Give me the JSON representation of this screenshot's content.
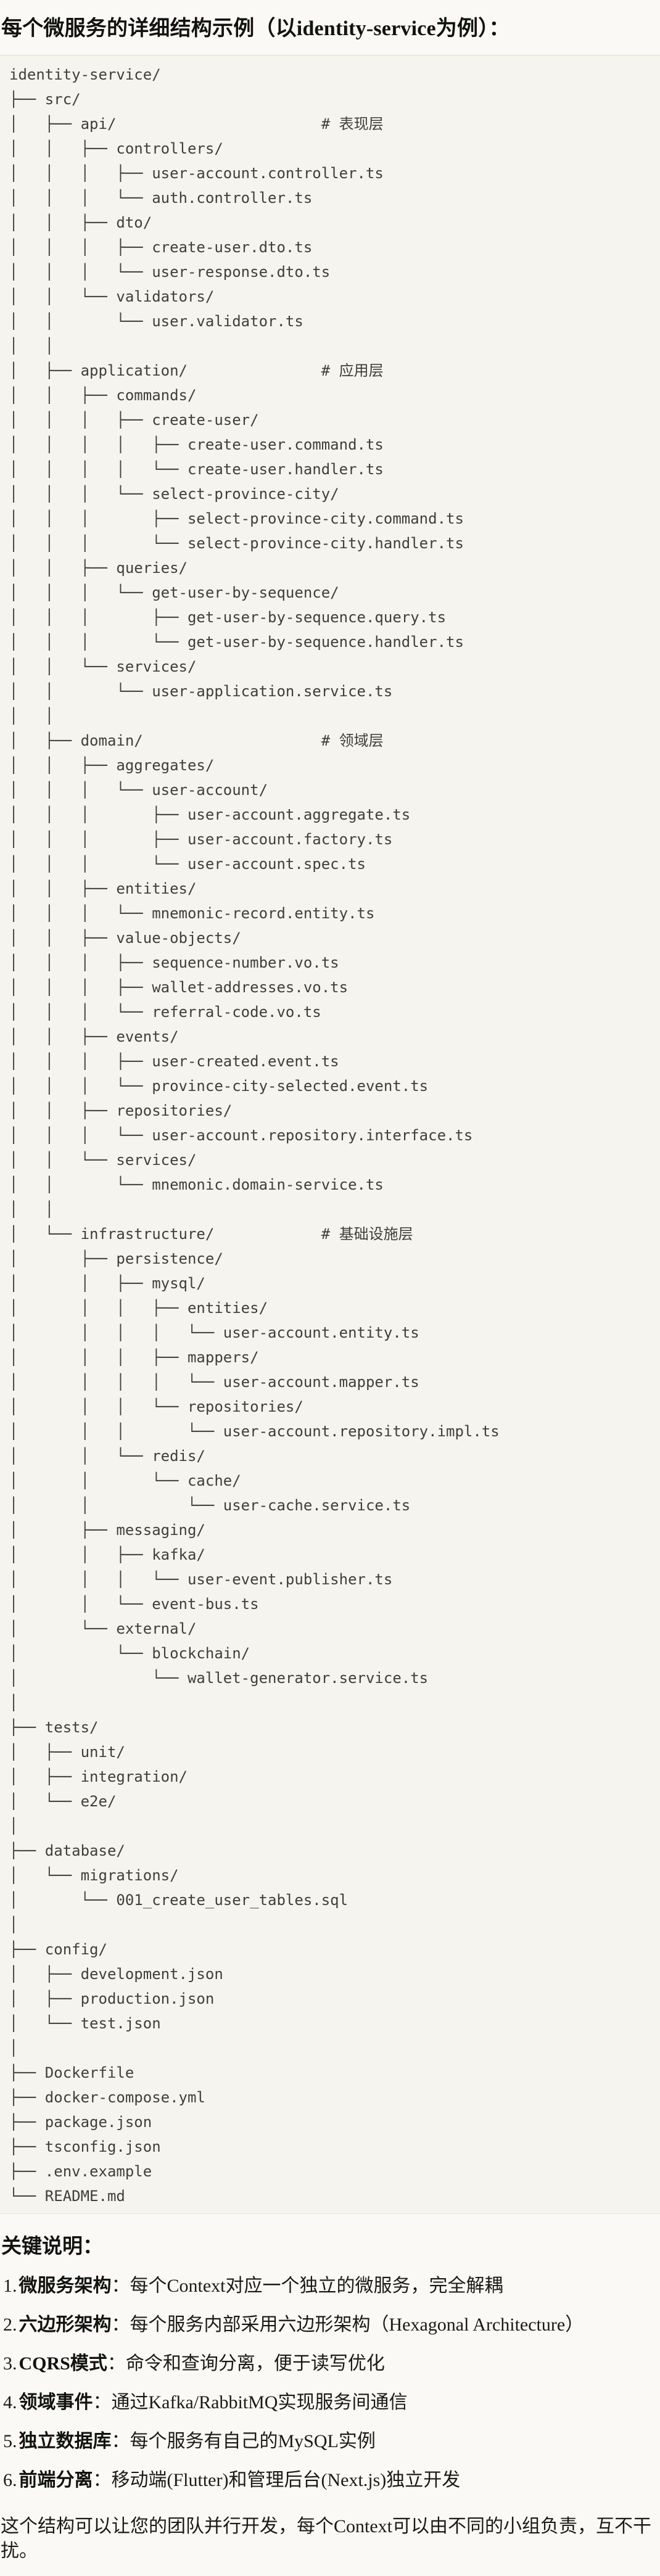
{
  "page": {
    "title": "每个微服务的详细结构示例（以identity-service为例）：",
    "closing": "这个结构可以让您的团队并行开发，每个Context可以由不同的小组负责，互不干扰。"
  },
  "colors": {
    "page_background": "#FAF9F5",
    "code_background": "#F5F4EE",
    "code_border": "#E4E2D8",
    "code_text": "#3F3F3B",
    "body_text": "#1B1A17"
  },
  "tree": {
    "root": "identity-service/",
    "layer_comments": [
      "# 表现层",
      "# 应用层",
      "# 领域层",
      "# 基础设施层"
    ],
    "lines": [
      "identity-service/",
      "├── src/",
      "│   ├── api/                       # 表现层",
      "│   │   ├── controllers/",
      "│   │   │   ├── user-account.controller.ts",
      "│   │   │   └── auth.controller.ts",
      "│   │   ├── dto/",
      "│   │   │   ├── create-user.dto.ts",
      "│   │   │   └── user-response.dto.ts",
      "│   │   └── validators/",
      "│   │       └── user.validator.ts",
      "│   │",
      "│   ├── application/               # 应用层",
      "│   │   ├── commands/",
      "│   │   │   ├── create-user/",
      "│   │   │   │   ├── create-user.command.ts",
      "│   │   │   │   └── create-user.handler.ts",
      "│   │   │   └── select-province-city/",
      "│   │   │       ├── select-province-city.command.ts",
      "│   │   │       └── select-province-city.handler.ts",
      "│   │   ├── queries/",
      "│   │   │   └── get-user-by-sequence/",
      "│   │   │       ├── get-user-by-sequence.query.ts",
      "│   │   │       └── get-user-by-sequence.handler.ts",
      "│   │   └── services/",
      "│   │       └── user-application.service.ts",
      "│   │",
      "│   ├── domain/                    # 领域层",
      "│   │   ├── aggregates/",
      "│   │   │   └── user-account/",
      "│   │   │       ├── user-account.aggregate.ts",
      "│   │   │       ├── user-account.factory.ts",
      "│   │   │       └── user-account.spec.ts",
      "│   │   ├── entities/",
      "│   │   │   └── mnemonic-record.entity.ts",
      "│   │   ├── value-objects/",
      "│   │   │   ├── sequence-number.vo.ts",
      "│   │   │   ├── wallet-addresses.vo.ts",
      "│   │   │   └── referral-code.vo.ts",
      "│   │   ├── events/",
      "│   │   │   ├── user-created.event.ts",
      "│   │   │   └── province-city-selected.event.ts",
      "│   │   ├── repositories/",
      "│   │   │   └── user-account.repository.interface.ts",
      "│   │   └── services/",
      "│   │       └── mnemonic.domain-service.ts",
      "│   │",
      "│   └── infrastructure/            # 基础设施层",
      "│       ├── persistence/",
      "│       │   ├── mysql/",
      "│       │   │   ├── entities/",
      "│       │   │   │   └── user-account.entity.ts",
      "│       │   │   ├── mappers/",
      "│       │   │   │   └── user-account.mapper.ts",
      "│       │   │   └── repositories/",
      "│       │   │       └── user-account.repository.impl.ts",
      "│       │   └── redis/",
      "│       │       └── cache/",
      "│       │           └── user-cache.service.ts",
      "│       ├── messaging/",
      "│       │   ├── kafka/",
      "│       │   │   └── user-event.publisher.ts",
      "│       │   └── event-bus.ts",
      "│       └── external/",
      "│           └── blockchain/",
      "│               └── wallet-generator.service.ts",
      "│",
      "├── tests/",
      "│   ├── unit/",
      "│   ├── integration/",
      "│   └── e2e/",
      "│",
      "├── database/",
      "│   └── migrations/",
      "│       └── 001_create_user_tables.sql",
      "│",
      "├── config/",
      "│   ├── development.json",
      "│   ├── production.json",
      "│   └── test.json",
      "│",
      "├── Dockerfile",
      "├── docker-compose.yml",
      "├── package.json",
      "├── tsconfig.json",
      "├── .env.example",
      "└── README.md"
    ]
  },
  "notes": {
    "heading": "关键说明：",
    "items": [
      {
        "num": "1.",
        "term": "微服务架构",
        "desc": "：每个Context对应一个独立的微服务，完全解耦"
      },
      {
        "num": "2.",
        "term": "六边形架构",
        "desc": "：每个服务内部采用六边形架构（Hexagonal Architecture）"
      },
      {
        "num": "3.",
        "term": "CQRS模式",
        "desc": "：命令和查询分离，便于读写优化"
      },
      {
        "num": "4.",
        "term": "领域事件",
        "desc": "：通过Kafka/RabbitMQ实现服务间通信"
      },
      {
        "num": "5.",
        "term": "独立数据库",
        "desc": "：每个服务有自己的MySQL实例"
      },
      {
        "num": "6.",
        "term": "前端分离",
        "desc": "：移动端(Flutter)和管理后台(Next.js)独立开发"
      }
    ]
  }
}
